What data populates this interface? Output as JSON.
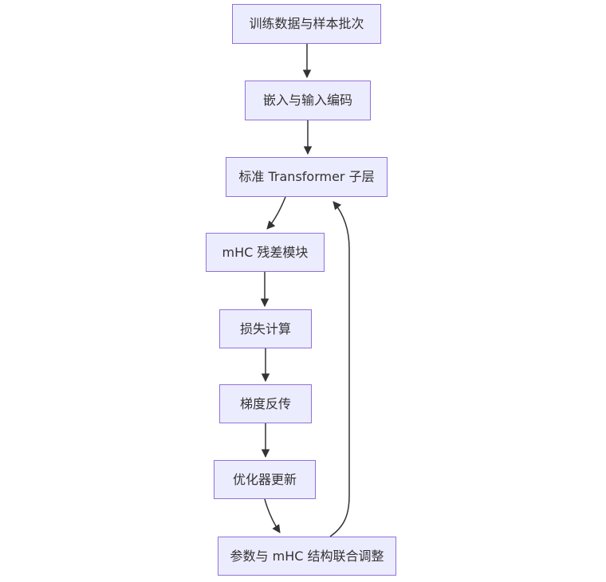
{
  "diagram": {
    "type": "flowchart",
    "direction": "top-down",
    "nodes": [
      {
        "id": "training-data",
        "label": "训练数据与样本批次"
      },
      {
        "id": "embedding",
        "label": "嵌入与输入编码"
      },
      {
        "id": "transformer",
        "label": "标准 Transformer 子层"
      },
      {
        "id": "mhc-residual",
        "label": "mHC 残差模块"
      },
      {
        "id": "loss",
        "label": "损失计算"
      },
      {
        "id": "backprop",
        "label": "梯度反传"
      },
      {
        "id": "optimizer",
        "label": "优化器更新"
      },
      {
        "id": "joint-adjust",
        "label": "参数与 mHC 结构联合调整"
      }
    ],
    "edges": [
      {
        "from": "训练数据与样本批次",
        "to": "嵌入与输入编码"
      },
      {
        "from": "嵌入与输入编码",
        "to": "标准 Transformer 子层"
      },
      {
        "from": "标准 Transformer 子层",
        "to": "mHC 残差模块"
      },
      {
        "from": "mHC 残差模块",
        "to": "损失计算"
      },
      {
        "from": "损失计算",
        "to": "梯度反传"
      },
      {
        "from": "梯度反传",
        "to": "优化器更新"
      },
      {
        "from": "优化器更新",
        "to": "参数与 mHC 结构联合调整"
      },
      {
        "from": "参数与 mHC 结构联合调整",
        "to": "标准 Transformer 子层"
      }
    ],
    "colors": {
      "node_fill": "#ECECFF",
      "node_border": "#9370DB",
      "edge_stroke": "#333333",
      "text": "#333333",
      "background": "#ffffff"
    }
  }
}
